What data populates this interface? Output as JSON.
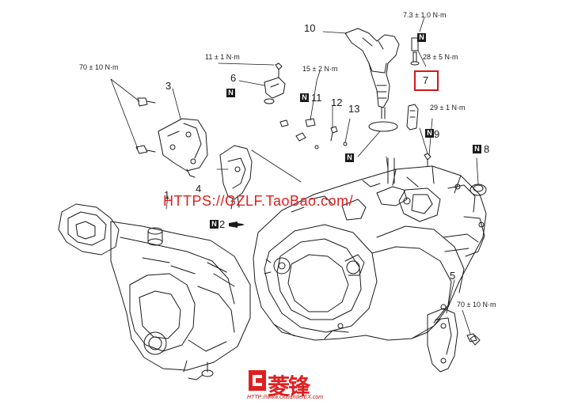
{
  "callouts": {
    "c1": "1",
    "c2": "2",
    "c3": "3",
    "c4": "4",
    "c5": "5",
    "c6": "6",
    "c7": "7",
    "c8": "8",
    "c9": "9",
    "c10": "10",
    "c11": "11",
    "c12": "12",
    "c13": "13"
  },
  "torques": {
    "t_70_left": "70 ± 10 N·m",
    "t_11": "11 ± 1 N·m",
    "t_15": "15 ± 2 N·m",
    "t_7_3": "7.3 ± 1.0 N·m",
    "t_28": "28 ± 5 N·m",
    "t_29": "29 ± 1 N·m",
    "t_70_right": "70 ± 10 N·m"
  },
  "new_part_mark": "N",
  "watermark": "HTTPS://GZLF.TaoBao.com/",
  "logo": {
    "brand": "菱锋",
    "url": "HTTP://www.OutlanderEX.com"
  },
  "colors": {
    "line": "#1a1a1a",
    "watermark": "#e02020",
    "highlight": "#d01818"
  }
}
